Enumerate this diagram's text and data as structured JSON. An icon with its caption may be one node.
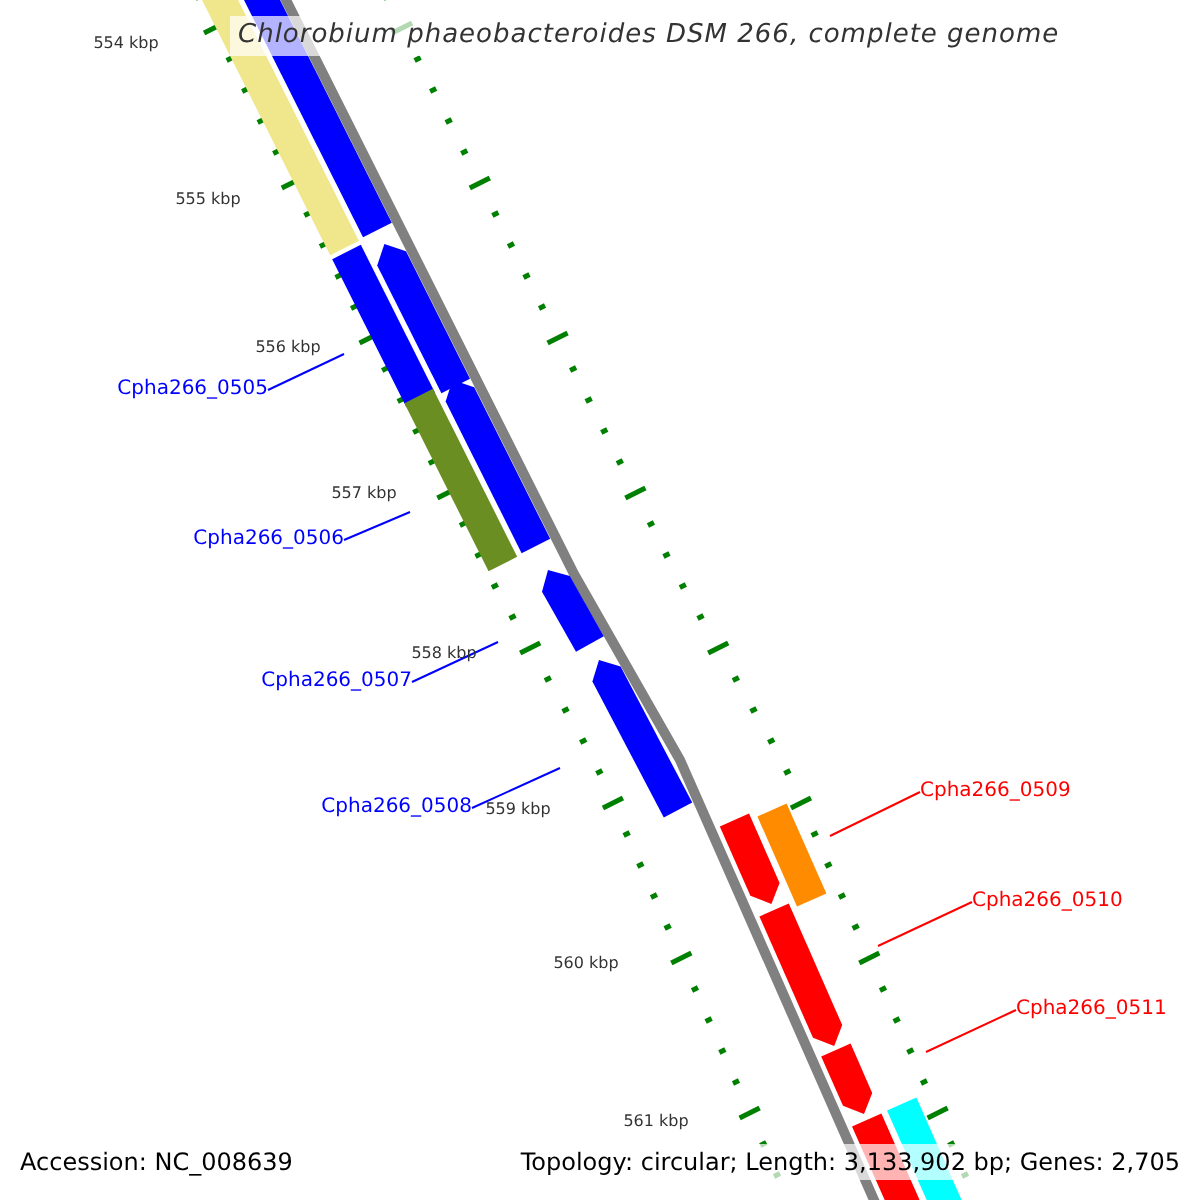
{
  "diagram": {
    "title": "Chlorobium phaeobacteroides DSM 266, complete genome",
    "nodes": [
      {
        "text": [
          "Cpha266_0505"
        ]
      },
      {
        "text": [
          "Cpha266_0506"
        ]
      },
      {
        "text": [
          "Cpha266_0507"
        ]
      },
      {
        "text": [
          "Cpha266_0508"
        ]
      },
      {
        "text": [
          "Cpha266_0509"
        ]
      },
      {
        "text": [
          "Cpha266_0510"
        ]
      },
      {
        "text": [
          "Cpha266_0511"
        ]
      }
    ],
    "edges": [
      {
        "from": 0,
        "to": null,
        "arrow": "none"
      },
      {
        "from": 1,
        "to": null,
        "arrow": "none"
      },
      {
        "from": 2,
        "to": null,
        "arrow": "none"
      },
      {
        "from": 3,
        "to": null,
        "arrow": "none"
      },
      {
        "from": 4,
        "to": null,
        "arrow": "none",
        "color": "#ff0000"
      },
      {
        "from": 5,
        "to": null,
        "arrow": "none",
        "color": "#ff0000"
      },
      {
        "from": 6,
        "to": null,
        "arrow": "none",
        "color": "#ff0000"
      }
    ],
    "labels": [
      "554 kbp",
      "555 kbp",
      "556 kbp",
      "557 kbp",
      "558 kbp",
      "559 kbp",
      "560 kbp",
      "561 kbp",
      "Accession: NC_008639",
      "Topology: circular; Length: 3,133,902 bp; Genes: 2,705"
    ]
  }
}
